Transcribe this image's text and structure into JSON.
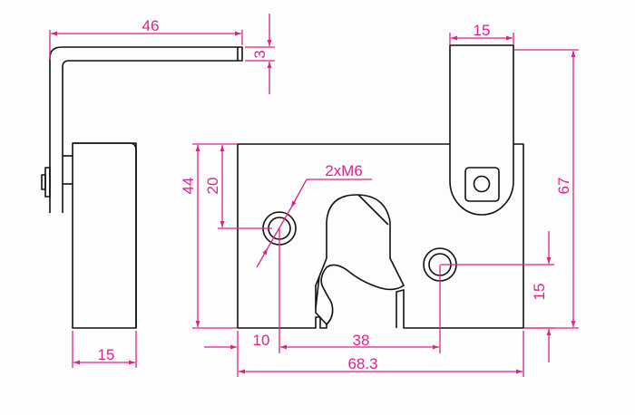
{
  "drawing": {
    "dimension_color": "#e0218a",
    "line_color": "#111111",
    "dimensions": {
      "bracket_length": "46",
      "bracket_thickness": "3",
      "arm_width": "15",
      "overall_height": "67",
      "plate_height": "44",
      "hole_height": "20",
      "hole_callout": "2xM6",
      "hole2_height": "15",
      "hole_offset": "10",
      "hole_spacing": "38",
      "plate_width": "68.3",
      "side_width": "15"
    }
  }
}
